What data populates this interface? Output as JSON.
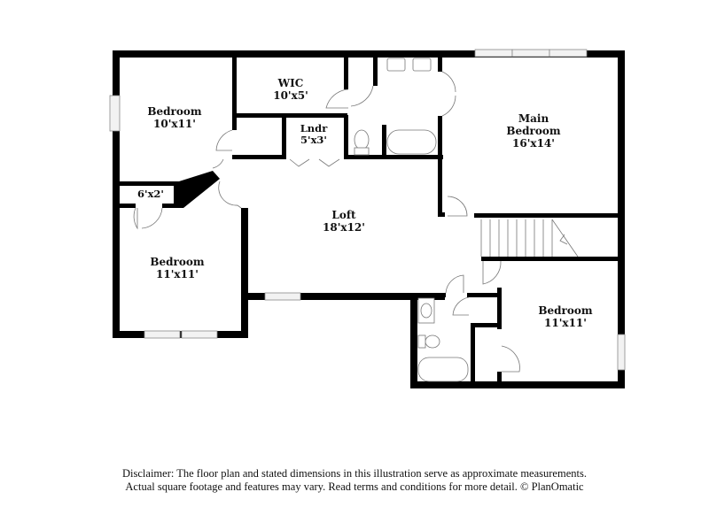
{
  "floorplan": {
    "rooms": [
      {
        "id": "bedroom-nw",
        "name": "Bedroom",
        "dims": "10'x11'"
      },
      {
        "id": "wic",
        "name": "WIC",
        "dims": "10'x5'"
      },
      {
        "id": "lndr",
        "name": "Lndr",
        "dims": "5'x3'"
      },
      {
        "id": "main-bedroom",
        "name": "Main Bedroom",
        "name_line1": "Main",
        "name_line2": "Bedroom",
        "dims": "16'x14'"
      },
      {
        "id": "closet-small",
        "name": "",
        "dims": "6'x2'"
      },
      {
        "id": "loft",
        "name": "Loft",
        "dims": "18'x12'"
      },
      {
        "id": "bedroom-sw",
        "name": "Bedroom",
        "dims": "11'x11'"
      },
      {
        "id": "bedroom-se",
        "name": "Bedroom",
        "dims": "11'x11'"
      }
    ],
    "colors": {
      "wall": "#000000",
      "fixture": "#777777",
      "background": "#ffffff"
    }
  },
  "disclaimer": {
    "line1": "Disclaimer: The floor plan and stated dimensions in this illustration serve as approximate measurements.",
    "line2": "Actual square footage and features may vary. Read terms and conditions for more detail. © PlanOmatic"
  }
}
